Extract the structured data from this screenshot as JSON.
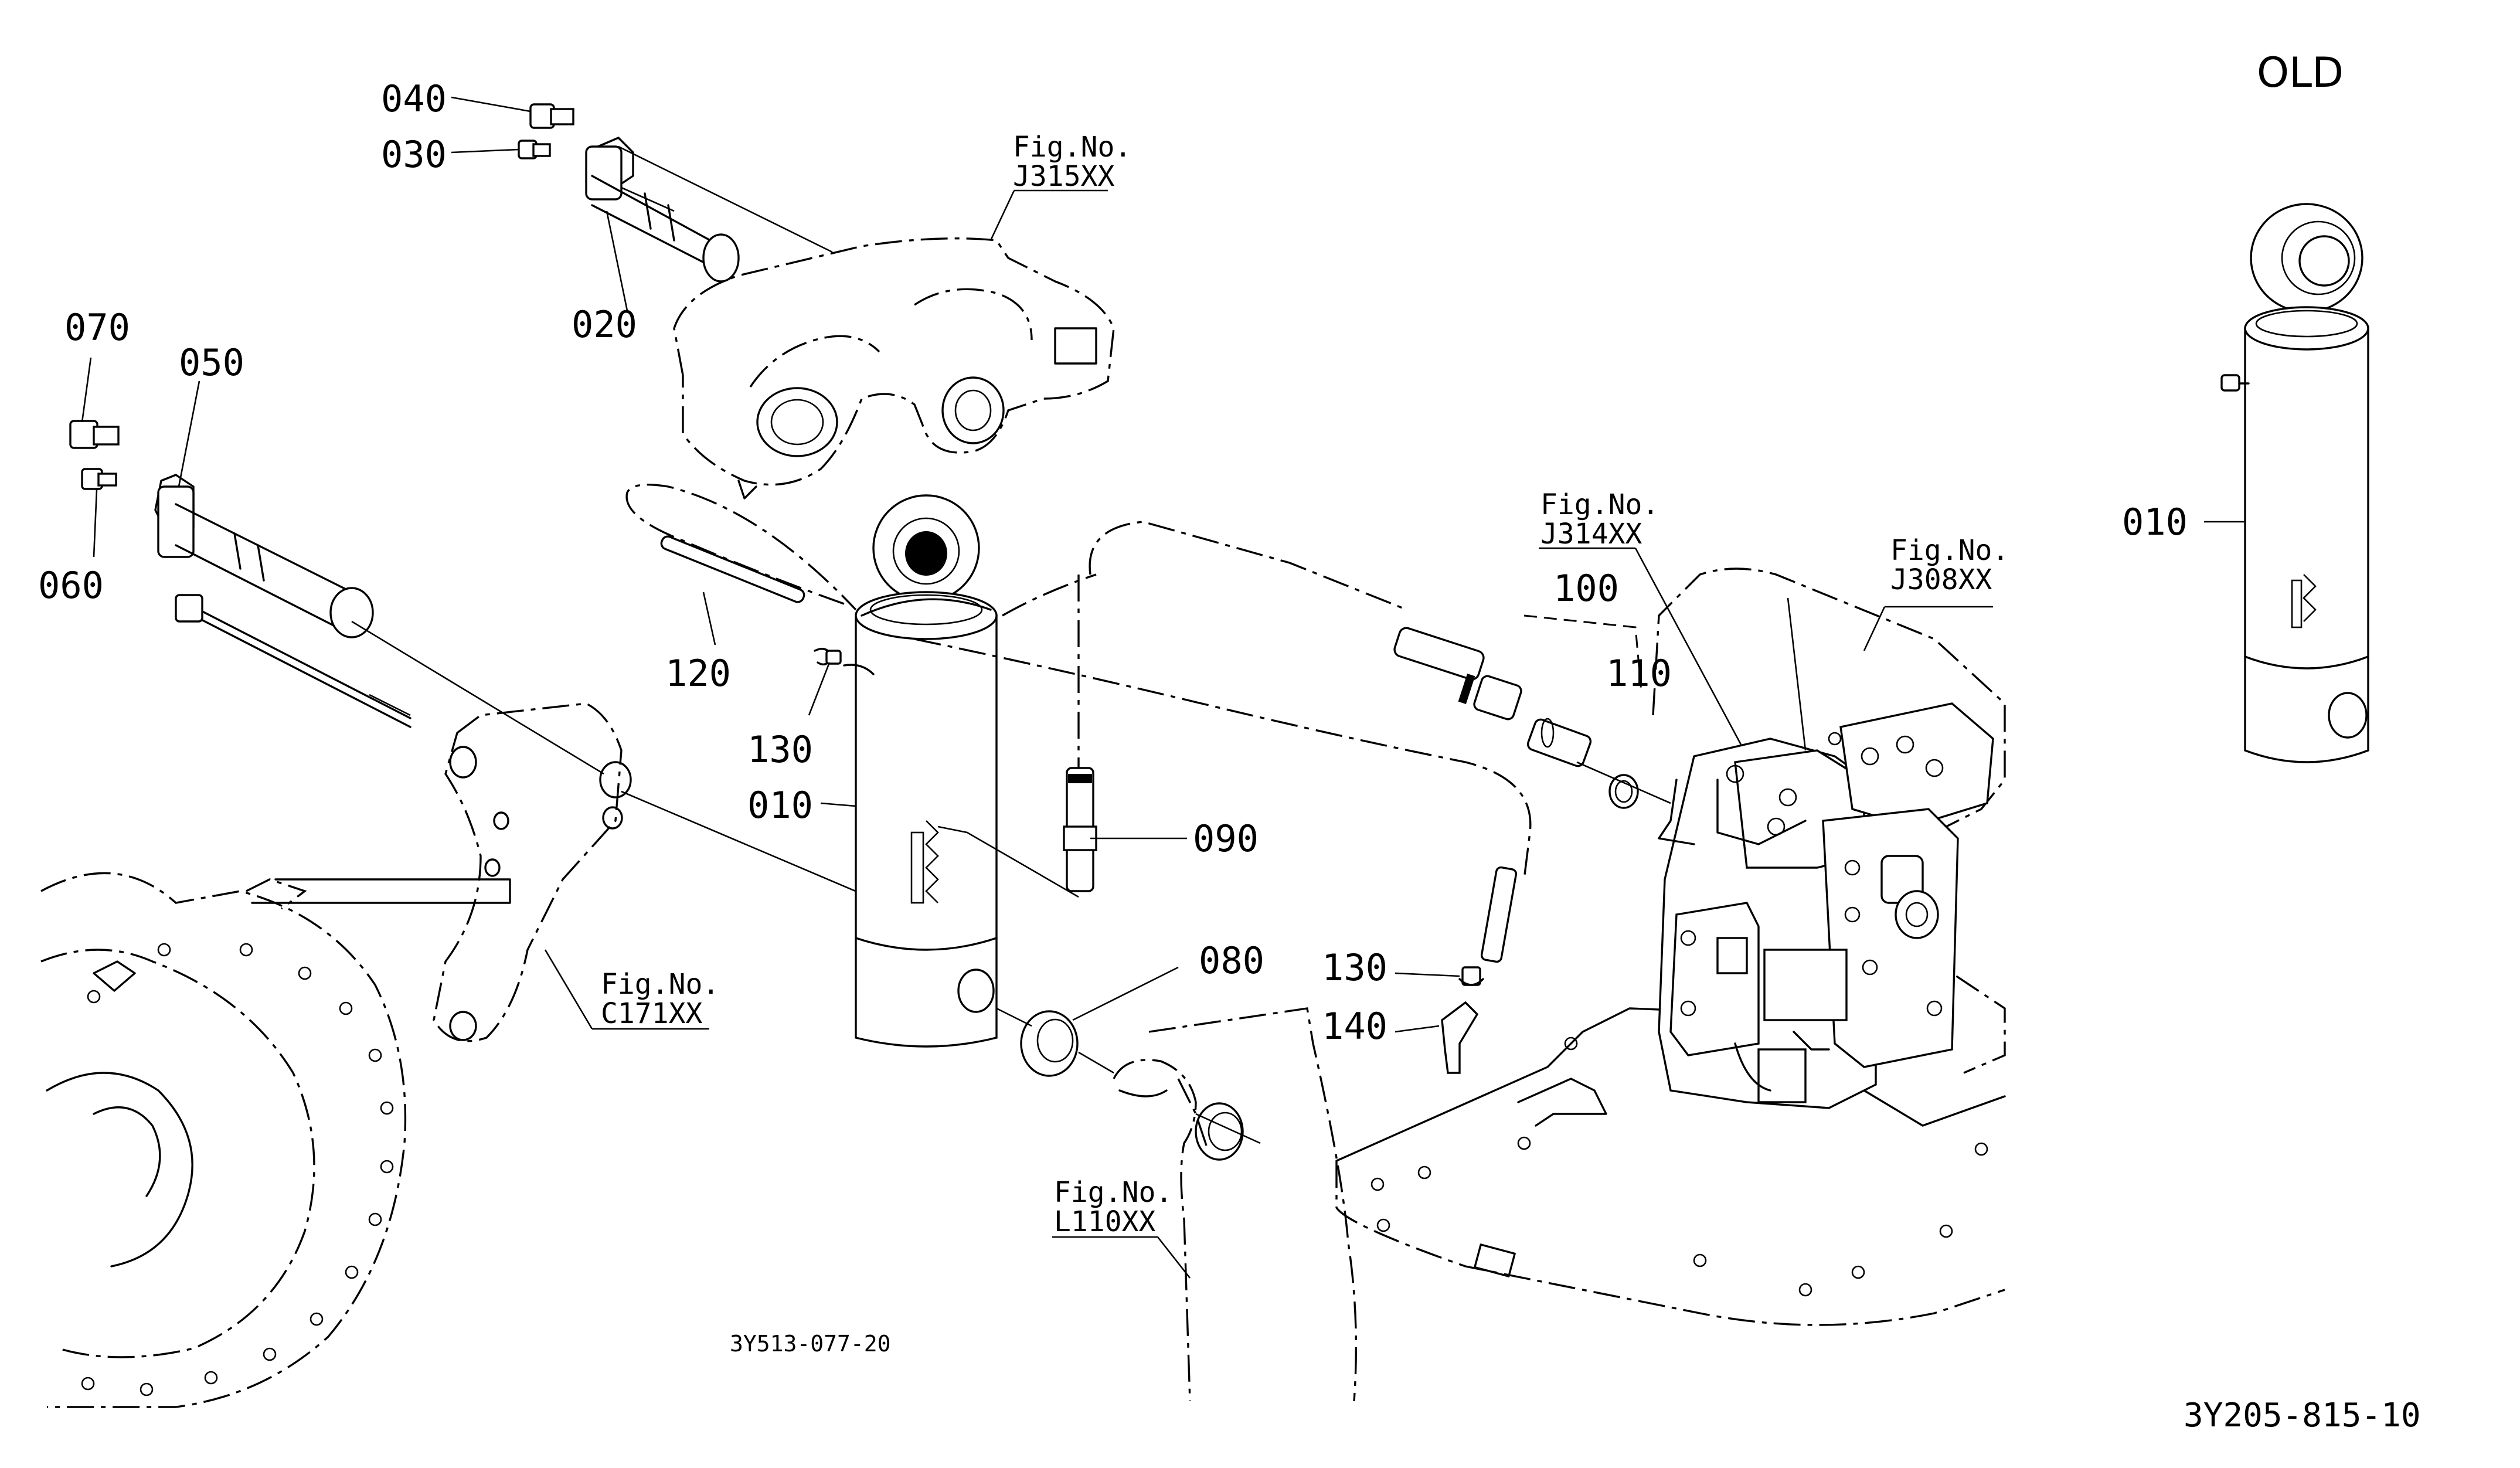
{
  "drawing": {
    "old_title": "OLD",
    "drawing_number": "3Y205-815-10",
    "sub_drawing_number": "3Y513-077-20",
    "callouts": {
      "p040": "040",
      "p030": "030",
      "p020": "020",
      "p070": "070",
      "p050": "050",
      "p060": "060",
      "p120": "120",
      "p130_left": "130",
      "p010_main": "010",
      "p090": "090",
      "p080": "080",
      "p100": "100",
      "p110": "110",
      "p130_right": "130",
      "p140": "140",
      "p010_old": "010"
    },
    "references": {
      "j315": {
        "label": "Fig.No.",
        "code": "J315XX"
      },
      "j314": {
        "label": "Fig.No.",
        "code": "J314XX"
      },
      "j308": {
        "label": "Fig.No.",
        "code": "J308XX"
      },
      "c171": {
        "label": "Fig.No.",
        "code": "C171XX"
      },
      "l110": {
        "label": "Fig.No.",
        "code": "L110XX"
      }
    }
  }
}
